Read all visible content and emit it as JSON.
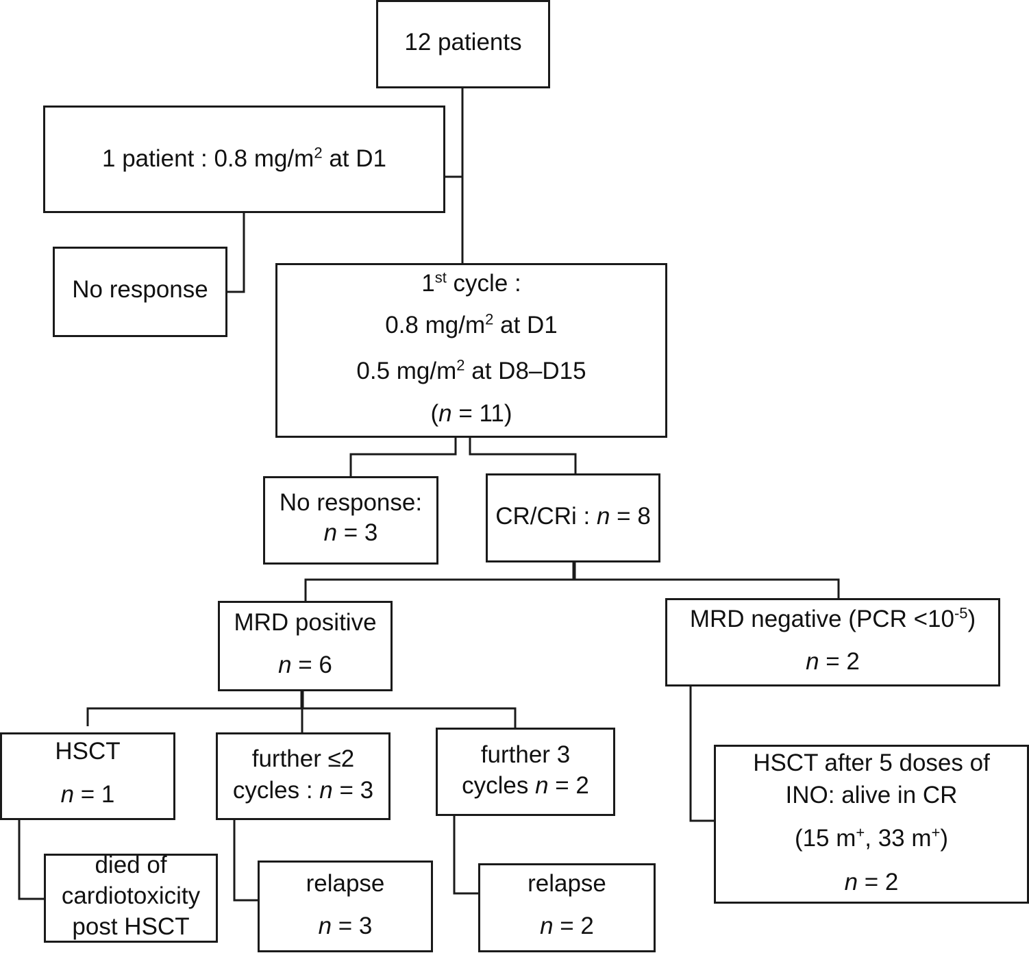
{
  "nodes": {
    "patients": {
      "text": "12 patients"
    },
    "single_patient": {
      "pre": "1 patient : 0.8 mg/m",
      "sup": "2",
      "post": " at D1"
    },
    "no_response_single": {
      "text": "No  response"
    },
    "first_cycle": {
      "l1_pre": "1",
      "l1_sup": "st",
      "l1_post": " cycle :",
      "l2_pre": "0.8 mg/m",
      "l2_sup": "2",
      "l2_post": " at D1",
      "l3_pre": "0.5 mg/m",
      "l3_sup": "2",
      "l3_post": " at D8–D15",
      "l4_open": "(",
      "l4_n": "n",
      "l4_close": " = 11)"
    },
    "no_response_3": {
      "line1": "No response:",
      "n": "n",
      "line2": " = 3"
    },
    "cr_cri": {
      "pre": "CR/CRi : ",
      "n": "n",
      "post": " = 8"
    },
    "mrd_positive": {
      "line1": "MRD positive",
      "n": "n",
      "line2": "  =  6"
    },
    "mrd_negative": {
      "pre": "MRD negative (PCR <10",
      "sup": "-5",
      "post": ")",
      "n": "n",
      "line2": " = 2"
    },
    "hsct": {
      "line1": "HSCT",
      "n": "n",
      "line2": "  =  1"
    },
    "further_le2": {
      "line1": "further ≤2",
      "pre": "cycles : ",
      "n": "n",
      "post": " = 3"
    },
    "further_3": {
      "line1": "further 3",
      "pre": "cycles ",
      "n": "n",
      "post": " = 2"
    },
    "hsct_after_ino": {
      "line1": "HSCT  after 5 doses of",
      "line2": "INO: alive in CR",
      "l3_a": "(15 m",
      "l3_sup1": "+",
      "l3_b": ", 33 m",
      "l3_sup2": "+",
      "l3_c": ")",
      "n": "n",
      "line4": " = 2"
    },
    "died": {
      "line1": "died of",
      "line2": "cardiotoxicity",
      "line3": "post HSCT"
    },
    "relapse_3": {
      "line1": "relapse",
      "n": "n",
      "line2": "  = 3"
    },
    "relapse_2": {
      "line1": "relapse",
      "n": "n",
      "line2": "  = 2"
    }
  }
}
